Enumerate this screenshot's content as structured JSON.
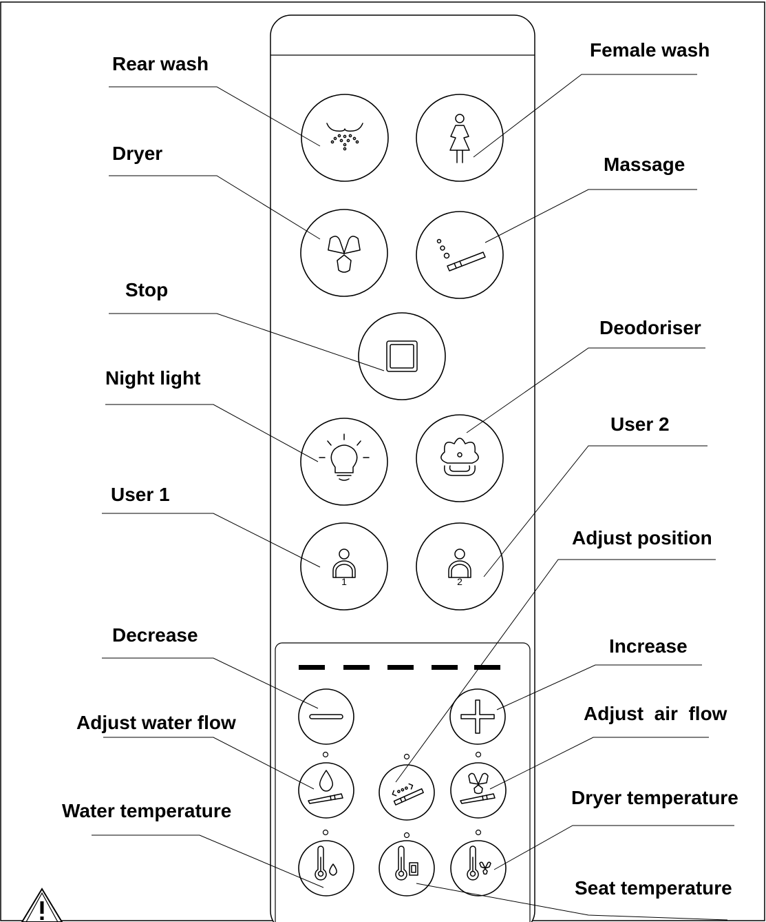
{
  "labels": {
    "rear_wash": "Rear wash",
    "female_wash": "Female wash",
    "dryer": "Dryer",
    "massage": "Massage",
    "stop": "Stop",
    "deodoriser": "Deodoriser",
    "night_light": "Night light",
    "user_2": "User 2",
    "user_1": "User 1",
    "adjust_position": "Adjust position",
    "decrease": "Decrease",
    "increase": "Increase",
    "adjust_water_flow": "Adjust water flow",
    "adjust_air_flow": "Adjust  air  flow",
    "water_temperature": "Water temperature",
    "dryer_temperature": "Dryer temperature",
    "seat_temperature": "Seat temperature"
  },
  "user_badges": {
    "user_1": "1",
    "user_2": "2"
  },
  "level_indicator_segments": 5,
  "colors": {
    "line": "#000000",
    "background": "#ffffff"
  },
  "icons": {
    "rear_wash": "rear-wash-icon",
    "female_wash": "female-wash-icon",
    "dryer": "dryer-fan-icon",
    "massage": "massage-nozzle-icon",
    "stop": "stop-square-icon",
    "night_light": "light-bulb-icon",
    "deodoriser": "flower-icon",
    "user_1": "user-1-icon",
    "user_2": "user-2-icon",
    "decrease": "minus-icon",
    "increase": "plus-icon",
    "water_flow": "water-drop-nozzle-icon",
    "position": "nozzle-position-icon",
    "air_flow": "fan-nozzle-icon",
    "water_temp": "thermometer-drop-icon",
    "seat_temp": "thermometer-seat-icon",
    "dryer_temp": "thermometer-fan-icon",
    "warning": "warning-triangle-icon"
  }
}
